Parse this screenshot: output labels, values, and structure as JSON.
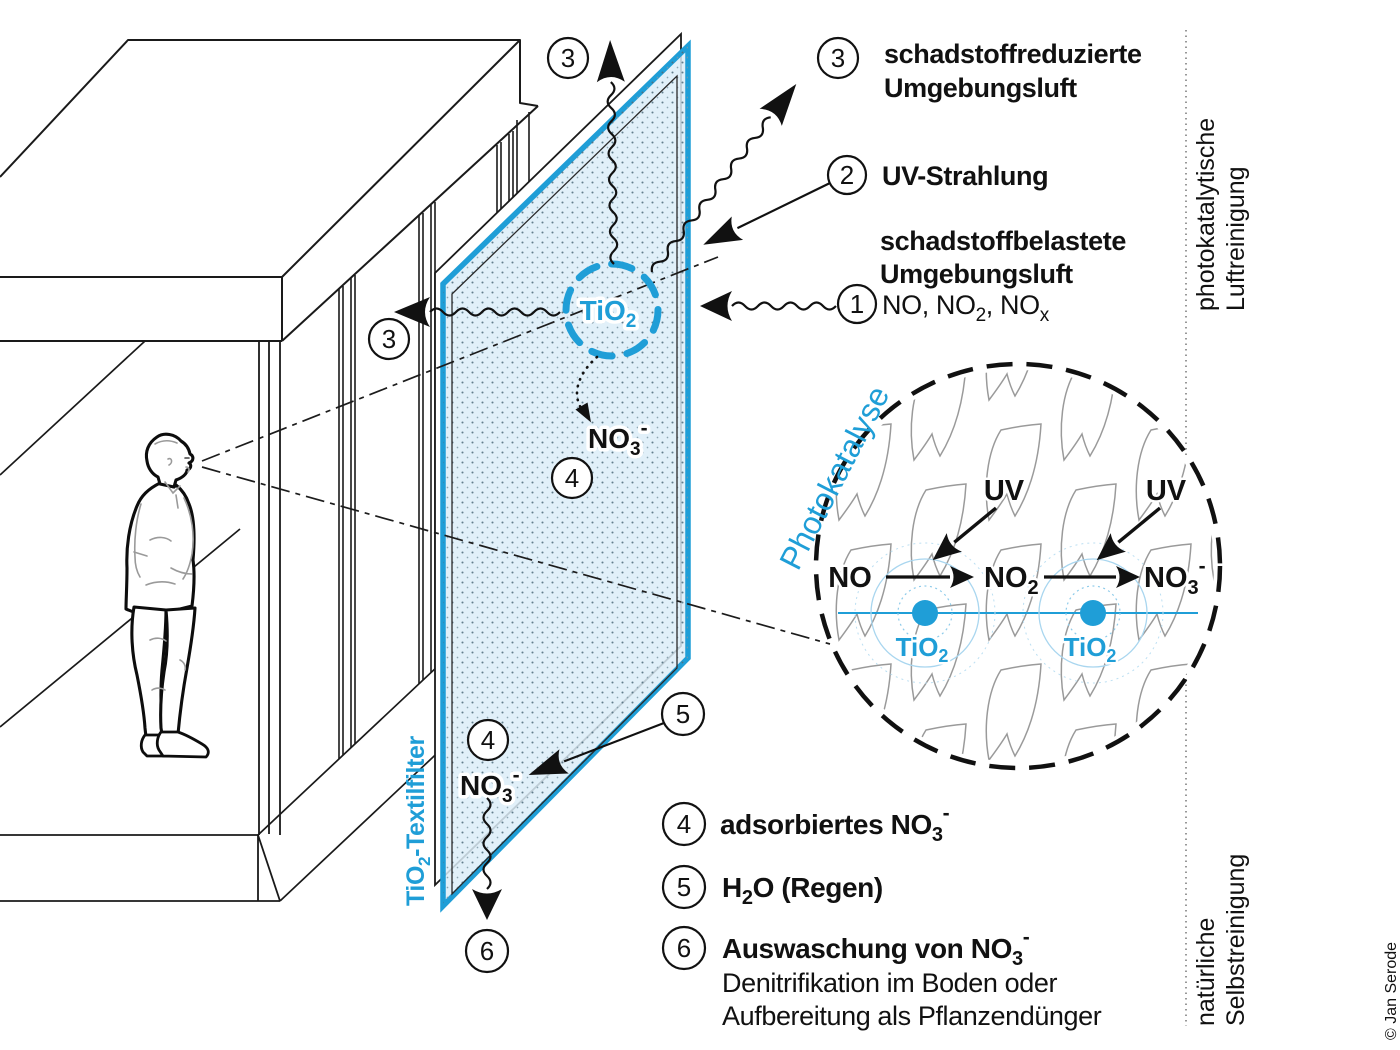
{
  "palette": {
    "accent_blue": "#1f9ed7",
    "panel_fill": "#dcedf8",
    "weave_gray": "#9a9a9a",
    "ink": "#1a1a1a"
  },
  "chem": {
    "tio2_b": "TiO",
    "tio2_s": "2",
    "no3_b": "NO",
    "no3_s": "3",
    "no3_p": "-"
  },
  "callouts": {
    "n1": "1",
    "n2": "2",
    "n3": "3",
    "n4": "4",
    "n5": "5",
    "n6": "6"
  },
  "legend_top": {
    "l3_line1": "schadstoffreduzierte",
    "l3_line2": "Umgebungsluft",
    "l2": "UV-Strahlung",
    "l1_line1": "schadstoffbelastete",
    "l1_line2": "Umgebungsluft",
    "l1_f1": "NO, NO",
    "l1_fs1": "2",
    "l1_f2": ", NO",
    "l1_fs2": "x"
  },
  "legend_bottom": {
    "l4_text": "adsorbiertes NO",
    "l4_s": "3",
    "l4_p": "-",
    "l5_f1": "H",
    "l5_s": "2",
    "l5_f2": "O (Regen)",
    "l6_b1": "Auswaschung von NO",
    "l6_s": "3",
    "l6_p": "-",
    "l6_line2": "Denitrifikation im Boden oder",
    "l6_line3": "Aufbereitung als Pflanzendünger"
  },
  "panel": {
    "filter_b": "TiO",
    "filter_s": "2",
    "filter_rest": "-Textilfilter"
  },
  "inset": {
    "title": "Photokatalyse",
    "no": "NO",
    "no2_b": "NO",
    "no2_s": "2",
    "no3_b": "NO",
    "no3_s": "3",
    "no3_p": "-",
    "uv_left": "UV",
    "uv_right": "UV"
  },
  "side_labels": {
    "top_line1": "photokatalytische",
    "top_line2": "Luftreinigung",
    "bottom_line1": "natürliche",
    "bottom_line2": "Selbstreinigung",
    "credit": "© Jan Serode"
  }
}
